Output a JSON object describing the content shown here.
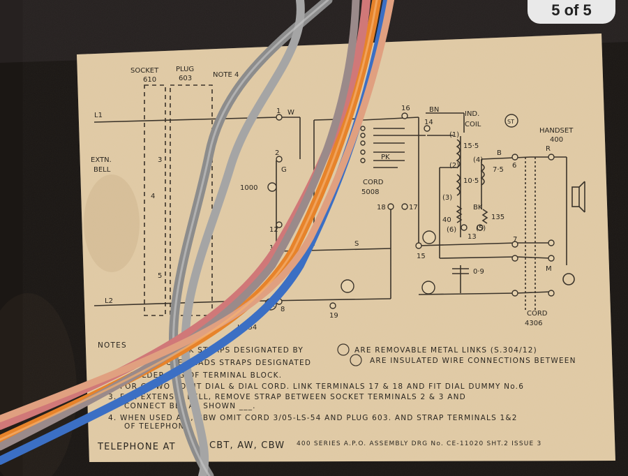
{
  "counter": "5 of 5",
  "diagram": {
    "socket_label": "SOCKET",
    "socket_num": "610",
    "plug_label": "PLUG",
    "plug_num": "603",
    "note4": "NOTE 4",
    "l1": "L1",
    "l2": "L2",
    "extn_bell": "EXTN.",
    "bell": "BELL",
    "cap": "1000",
    "ind_coil": "IND.",
    "coil": "COIL",
    "handset": "HANDSET",
    "handset_num": "400",
    "cord": "CORD",
    "cord_5008": "5008",
    "cord_bottom": "CORD",
    "cord_4306": "4306",
    "cap2": "0·9",
    "res40": "40",
    "res135": "135",
    "coil_15_5": "15·5",
    "coil_7_5": "7·5",
    "coil_10_5": "10·5",
    "lx_label": "LX",
    "st_label": "ST",
    "t16": "16",
    "t14": "14",
    "t15": "15",
    "t13": "13",
    "t18": "18",
    "t17": "17",
    "t19": "19",
    "t1": "1",
    "t2": "2",
    "t3": "3",
    "t4": "4",
    "t5": "5",
    "t6": "6",
    "t7": "7",
    "t8": "8",
    "t11": "11",
    "t12": "12",
    "wire_w": "W",
    "wire_bn": "BN",
    "wire_g": "G",
    "wire_b": "B",
    "wire_r": "R",
    "wire_s": "S",
    "wire_pk": "PK",
    "wire_bk": "BK",
    "wire_m": "M",
    "bracket1": "(1)",
    "bracket2": "(2)",
    "bracket3": "(3)",
    "bracket4": "(4)",
    "bracket5": "(5)",
    "bracket6": "(6)",
    "ls54": "LS-54"
  },
  "notes": {
    "header": "NOTES",
    "line1a": "CK STRAPS DESIGNATED BY",
    "line1b": "ARE REMOVABLE METAL LINKS (S.304/12)",
    "line1c": "SCRE HEADS STRAPS DESIGNATED",
    "line1d": "ARE INSULATED WIRE CONNECTIONS BETWEEN",
    "line1e": "SOLDER LUG OF TERMINAL BLOCK.",
    "line2": "2. FOR CB WO , OMIT DIAL & DIAL CORD. LINK TERMINALS 17 & 18 AND FIT DIAL DUMMY No.6",
    "line3a": "3. FOR EXTENSIO BELL, REMOVE STRAP BETWEEN SOCKET TERMINALS 2 & 3 AND",
    "line3b": "CONNECT BEL AS SHOWN ___.",
    "line4a": "4. WHEN USED AS , CBW OMIT CORD 3/05-LS-54 AND PLUG 603. AND STRAP TERMINALS 1&2",
    "line4b": "OF TELEPHONE",
    "footer_left": "TELEPHONE AT",
    "footer_mid": "CBT, AW, CBW",
    "footer_right": "400 SERIES A.P.O. ASSEMBLY DRG No. CE-11020 SHT.2 ISSUE 3"
  }
}
